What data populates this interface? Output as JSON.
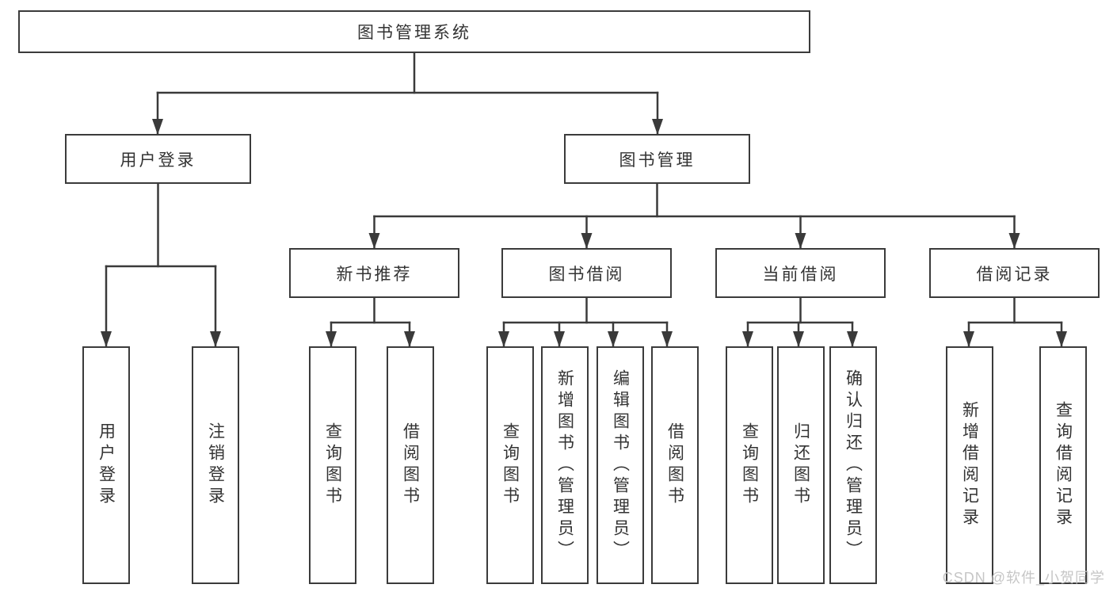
{
  "diagram": {
    "tree": {
      "root": {
        "label": "图书管理系统"
      },
      "branches": [
        {
          "label": "用户登录",
          "leaves": [
            {
              "label": "用户登录"
            },
            {
              "label": "注销登录"
            }
          ]
        },
        {
          "label": "图书管理",
          "groups": [
            {
              "label": "新书推荐",
              "leaves": [
                {
                  "label": "查询图书"
                },
                {
                  "label": "借阅图书"
                }
              ]
            },
            {
              "label": "图书借阅",
              "leaves": [
                {
                  "label": "查询图书"
                },
                {
                  "label": "新增图书（管理员）"
                },
                {
                  "label": "编辑图书（管理员）"
                },
                {
                  "label": "借阅图书"
                }
              ]
            },
            {
              "label": "当前借阅",
              "leaves": [
                {
                  "label": "查询图书"
                },
                {
                  "label": "归还图书"
                },
                {
                  "label": "确认归还（管理员）"
                }
              ]
            },
            {
              "label": "借阅记录",
              "leaves": [
                {
                  "label": "新增借阅记录"
                },
                {
                  "label": "查询借阅记录"
                }
              ]
            }
          ]
        }
      ]
    },
    "watermark": {
      "text": "CSDN @软件_小贺同学"
    },
    "colors": {
      "line": "#3a3a3a",
      "border": "#3b3b3b",
      "text": "#333333",
      "background": "#ffffff",
      "watermark": "#c6c6c6"
    }
  }
}
